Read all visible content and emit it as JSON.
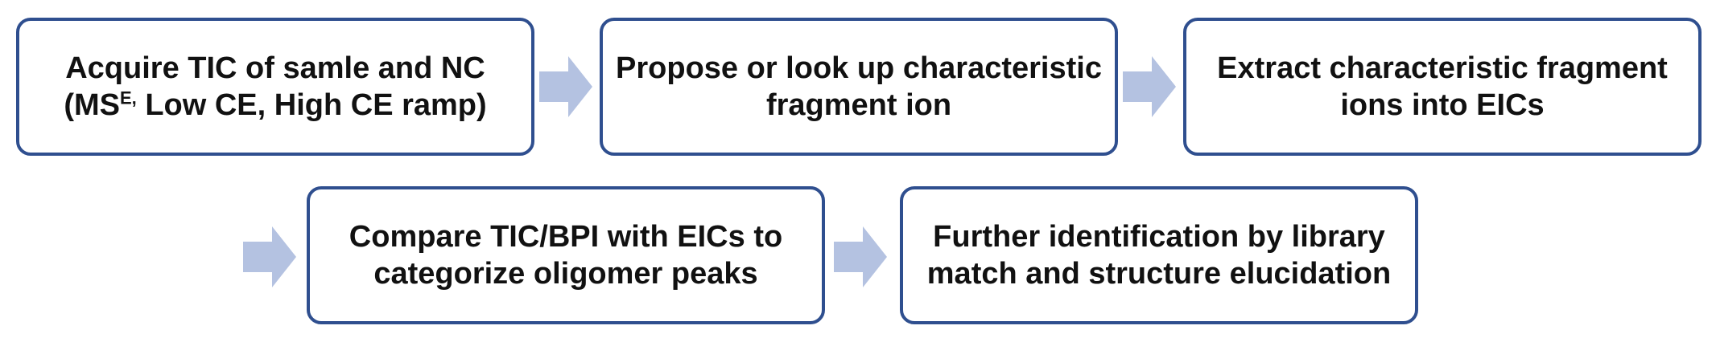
{
  "colors": {
    "box_border": "#2f4f8f",
    "arrow_fill": "#b4c2e1",
    "text": "#111111"
  },
  "steps": [
    {
      "line1": "Acquire TIC of samle and NC",
      "line2_pre": "(MS",
      "line2_sup": "E,",
      "line2_post": " Low CE, High CE ramp)"
    },
    {
      "line1": "Propose or look up characteristic",
      "line2": "fragment ion"
    },
    {
      "line1": "Extract characteristic fragment",
      "line2": "ions into EICs"
    },
    {
      "line1": "Compare TIC/BPI with EICs to",
      "line2": "categorize oligomer peaks"
    },
    {
      "line1": "Further identification by library",
      "line2": "match and structure elucidation"
    }
  ],
  "arrows": [
    "right-arrow-icon",
    "right-arrow-icon",
    "right-arrow-icon",
    "right-arrow-icon"
  ]
}
